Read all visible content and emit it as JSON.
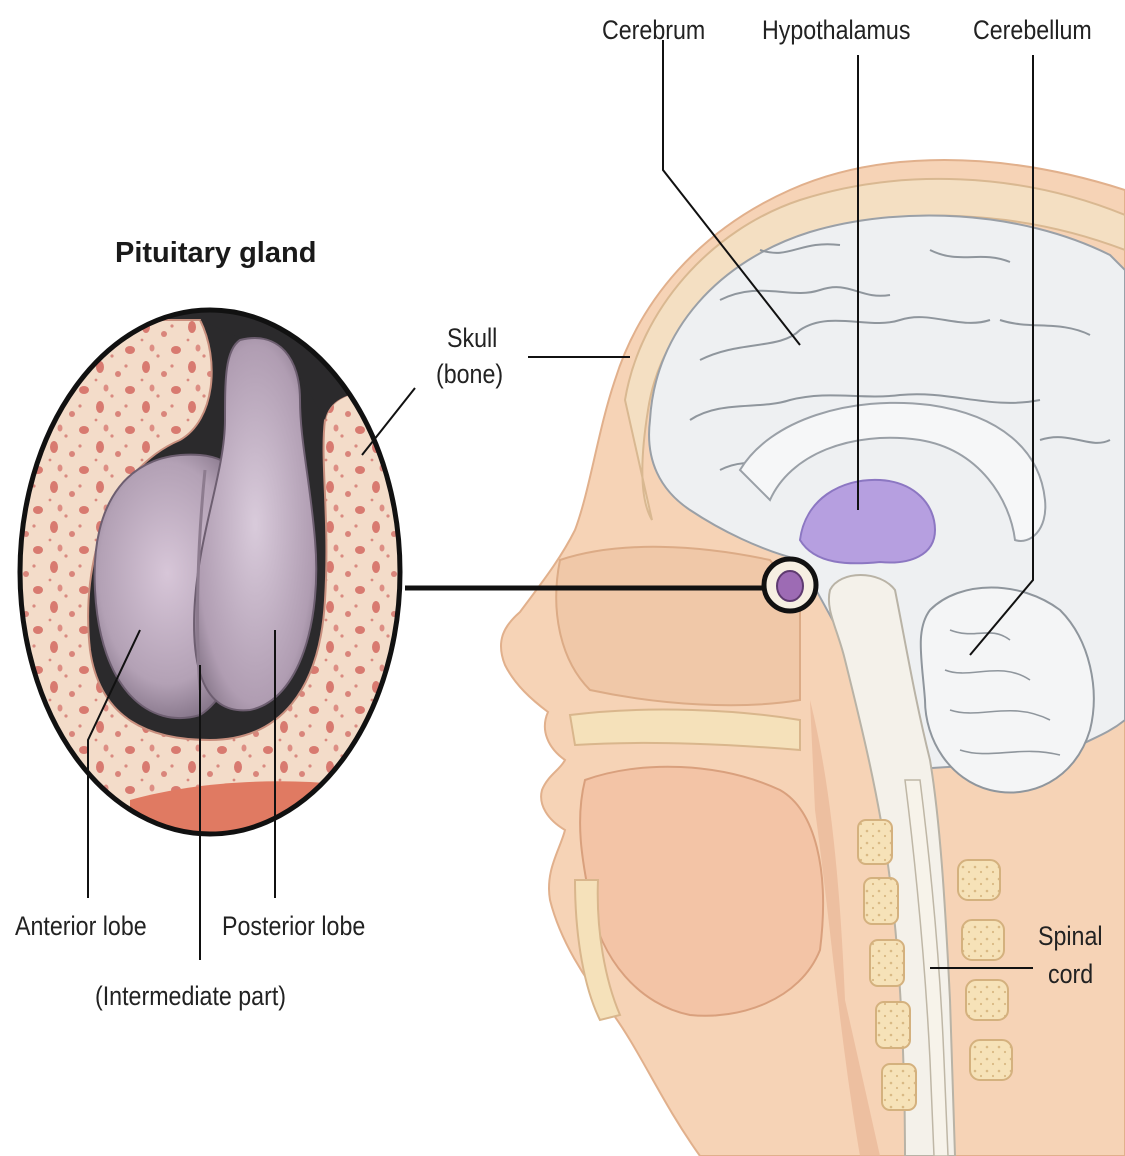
{
  "diagram": {
    "inset_title": "Pituitary gland",
    "labels": {
      "cerebrum": "Cerebrum",
      "hypothalamus": "Hypothalamus",
      "cerebellum": "Cerebellum",
      "skull_line1": "Skull",
      "skull_line2": "(bone)",
      "anterior_lobe": "Anterior lobe",
      "posterior_lobe": "Posterior lobe",
      "intermediate_part": "(Intermediate part)",
      "spinal_line1": "Spinal",
      "spinal_line2": "cord"
    },
    "colors": {
      "skin": "#f6d3b6",
      "skin_shadow": "#e8b896",
      "skull_bone": "#f2dcc0",
      "brain": "#eef0f2",
      "brain_lines": "#8a9097",
      "hypothalamus": "#b69fe0",
      "gland": "#b7a3b8",
      "gland_dark": "#6d5e70",
      "bone_dots": "#d8786e",
      "leader_line": "#111111"
    }
  }
}
